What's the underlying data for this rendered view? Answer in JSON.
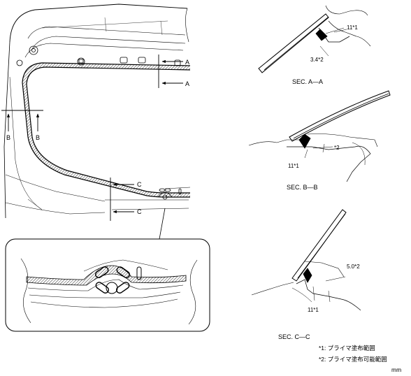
{
  "diagram": {
    "markers": {
      "a_top": "A",
      "a_bottom": "A",
      "b_left": "B",
      "b_right": "B",
      "c_top": "C",
      "c_bottom": "C"
    },
    "section_a": {
      "title": "SEC. A—A",
      "dim_width": "11*1",
      "dim_offset": "3.4*2"
    },
    "section_b": {
      "title": "SEC. B—B",
      "dim_width": "11*1",
      "dim_offset": "*2"
    },
    "section_c": {
      "title": "SEC. C—C",
      "dim_width": "11*1",
      "dim_offset": "5.0*2"
    },
    "notes": [
      "*1: プライマ塗布範囲",
      "*2: プライマ塗布可能範囲"
    ],
    "unit": "mm"
  }
}
